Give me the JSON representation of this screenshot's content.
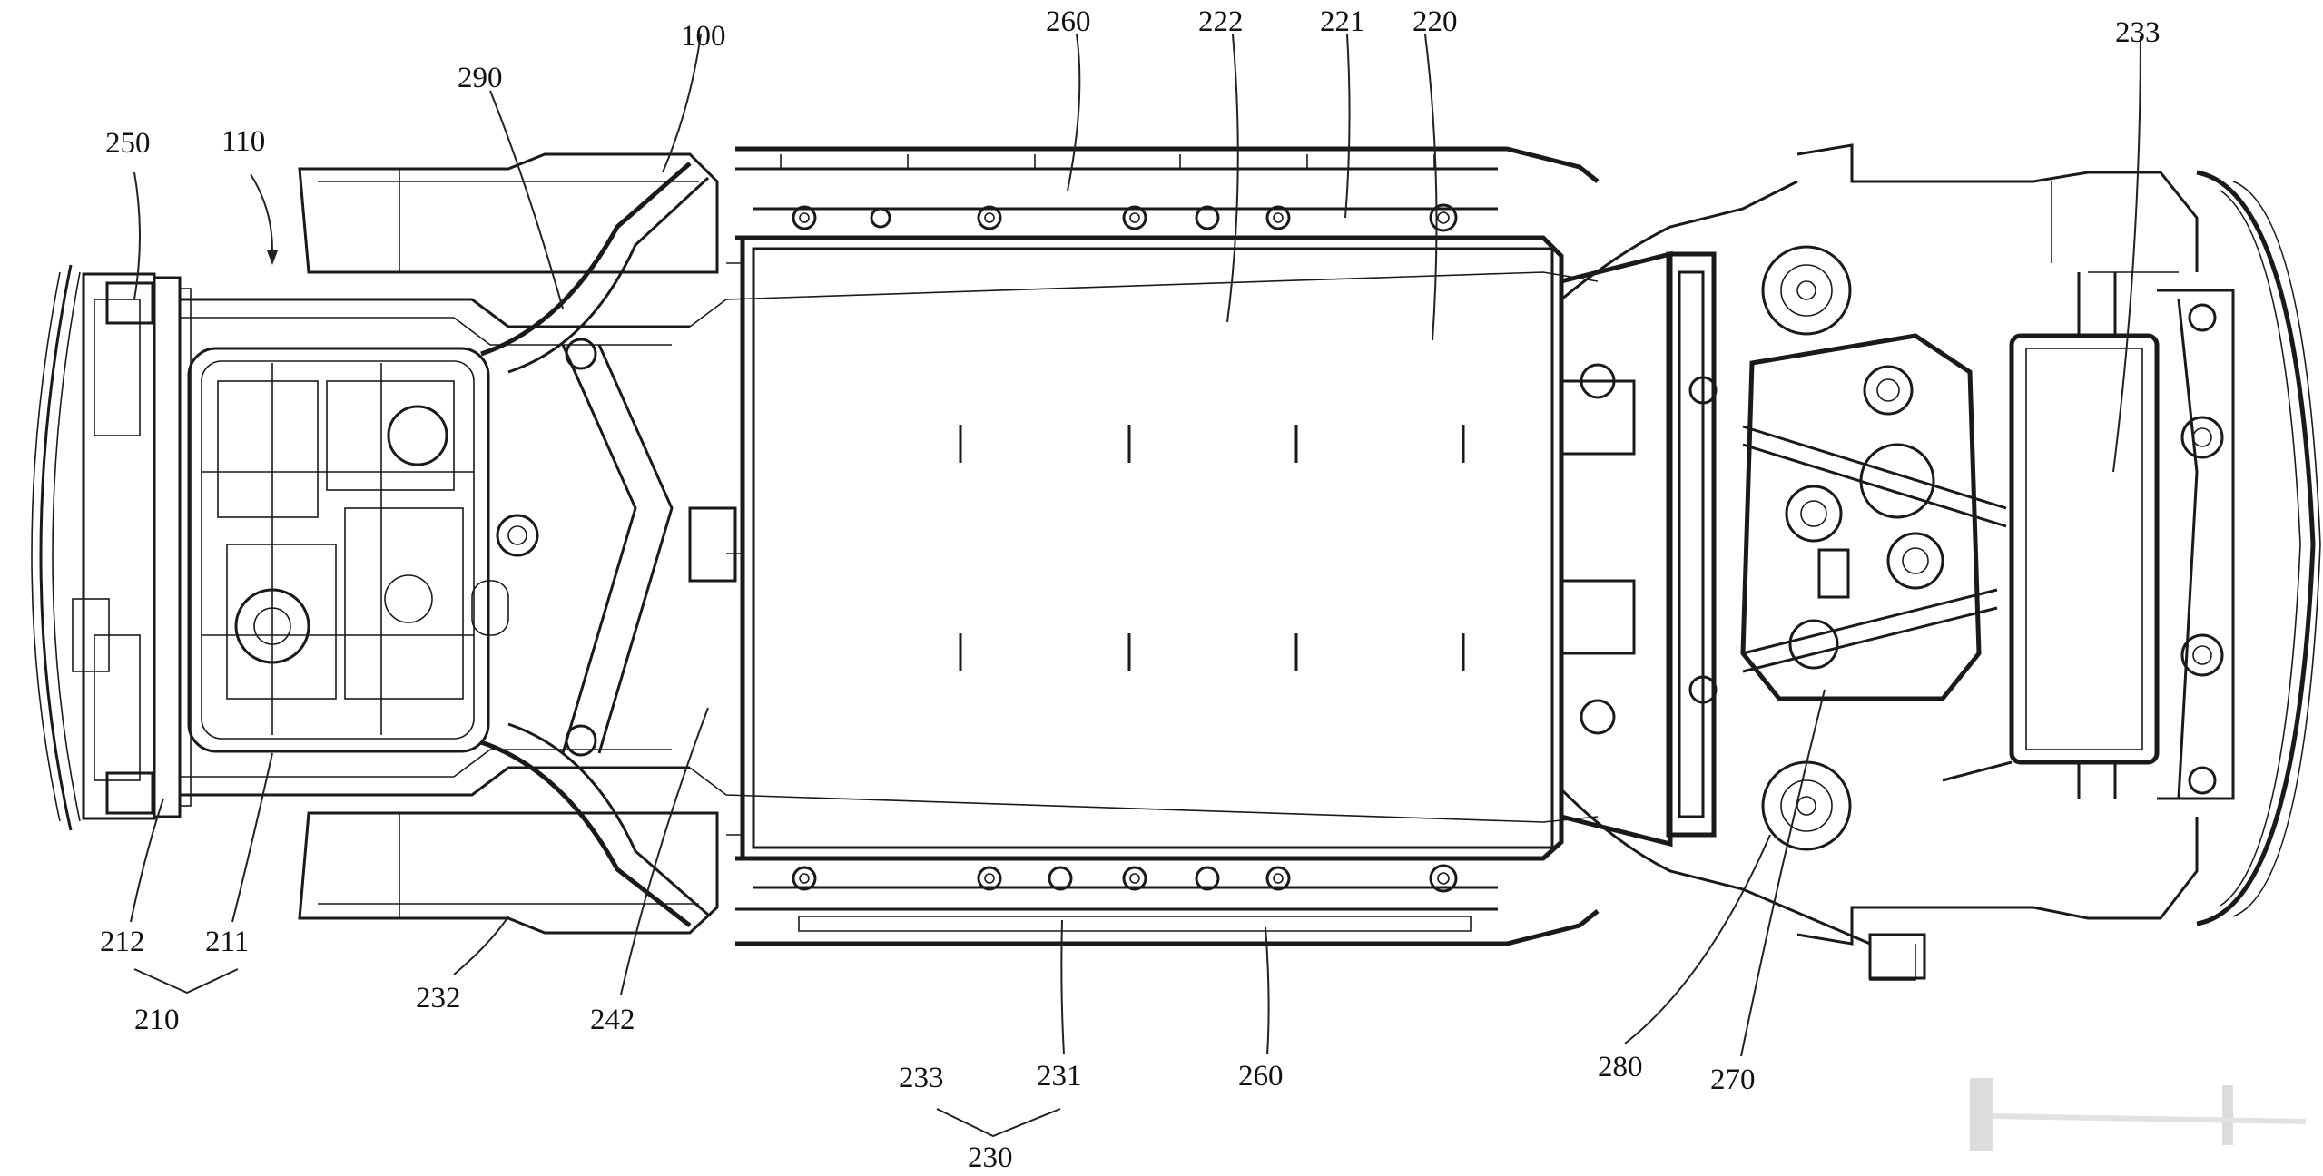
{
  "labels": {
    "l100": "100",
    "l110": "110",
    "l210": "210",
    "l211": "211",
    "l212": "212",
    "l220": "220",
    "l221": "221",
    "l222": "222",
    "l230": "230",
    "l231": "231",
    "l232": "232",
    "l233_top": "233",
    "l233_bottom": "233",
    "l242": "242",
    "l250": "250",
    "l260_top": "260",
    "l260_bottom": "260",
    "l270": "270",
    "l280": "280",
    "l290": "290"
  }
}
